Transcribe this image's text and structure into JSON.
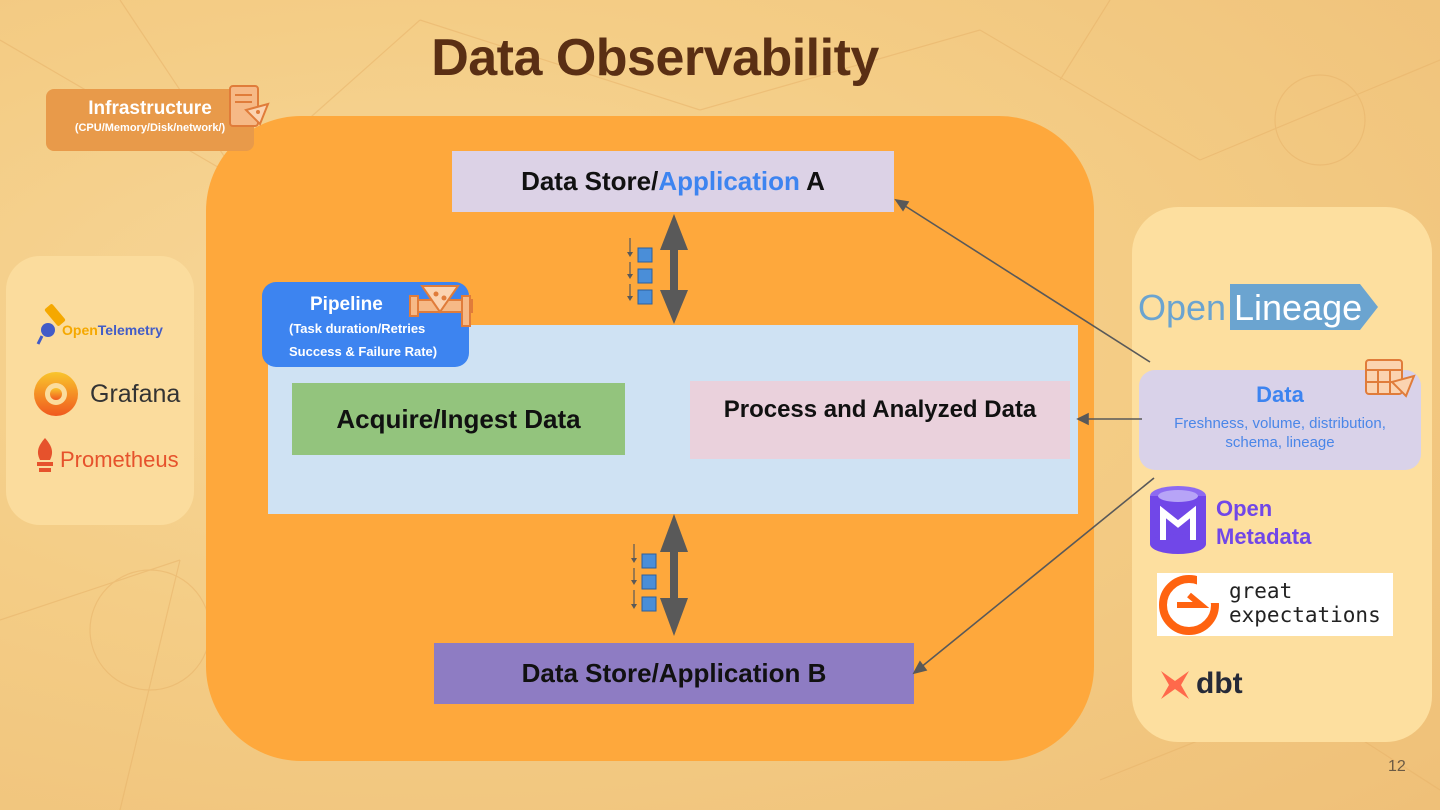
{
  "title": "Data Observability",
  "infrastructure": {
    "label": "Infrastructure",
    "sublabel": "(CPU/Memory/Disk/network/)"
  },
  "data_store_a": {
    "prefix": "Data Store/",
    "highlight": "Application",
    "suffix": " A"
  },
  "data_store_b": {
    "label": "Data Store/Application B"
  },
  "pipeline": {
    "label": "Pipeline",
    "line1": "(Task duration/Retries",
    "line2": "Success & Failure Rate)"
  },
  "acquire": {
    "label": "Acquire/Ingest Data"
  },
  "process": {
    "label": "Process and Analyzed Data"
  },
  "data": {
    "label": "Data",
    "line1": "Freshness, volume, distribution,",
    "line2": "schema, lineage"
  },
  "left_tools": {
    "opentelemetry_open": "Open",
    "opentelemetry_rest": "Telemetry",
    "grafana": "Grafana",
    "prometheus": "Prometheus"
  },
  "right_tools": {
    "openlineage_open": "Open",
    "openlineage_lineage": "Lineage",
    "openmetadata_1": "Open",
    "openmetadata_2": "Metadata",
    "ge_1": "great",
    "ge_2": "expectations",
    "dbt": "dbt"
  },
  "page_number": "12",
  "colors": {
    "main_panel": "#fea83c",
    "accent_blue": "#3d84f0",
    "title": "#5a2f14",
    "store_b": "#8e7cc3",
    "acquire": "#93c47d",
    "process": "#ead1dc"
  }
}
